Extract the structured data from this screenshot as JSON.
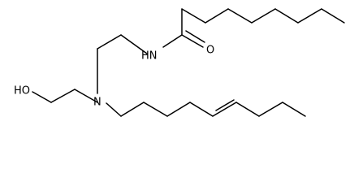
{
  "atoms": [
    {
      "id": "O_amide",
      "label": "O"
    },
    {
      "id": "N_amide",
      "label": "HN"
    },
    {
      "id": "N_amine",
      "label": "N"
    },
    {
      "id": "O_hydroxyl",
      "label": "HO"
    }
  ],
  "colors": {
    "bond": "#000000",
    "background": "#ffffff"
  }
}
